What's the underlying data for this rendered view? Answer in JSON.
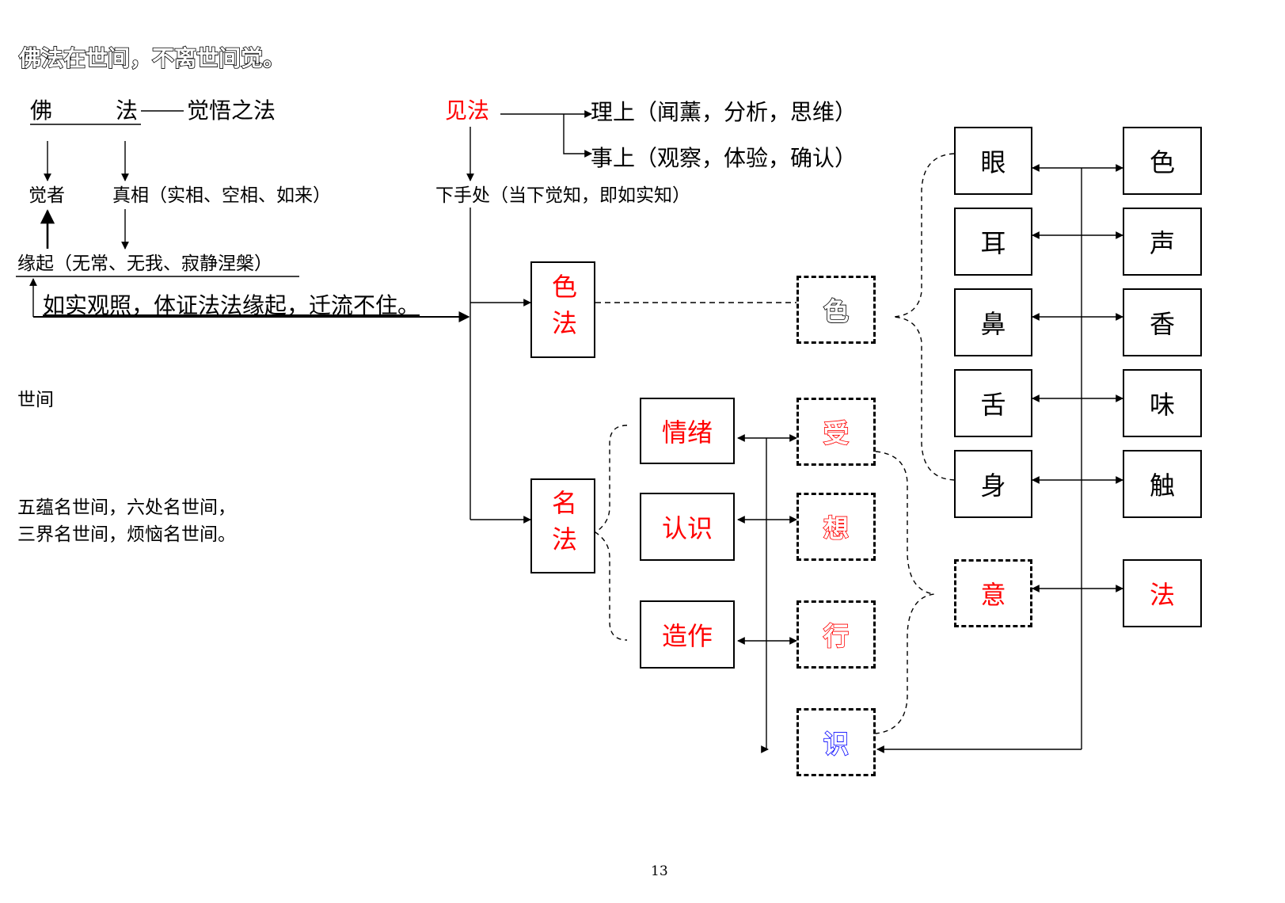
{
  "heading": "佛法在世间，不离世间觉。",
  "fofa": {
    "fo": "佛",
    "fa": "法",
    "desc": "觉悟之法",
    "juezhe": "觉者",
    "zhenxiang": "真相（实相、空相、如来）",
    "yuanqi": "缘起（无常、无我、寂静涅槃）",
    "guanzhao": "如实观照，体证法法缘起，迁流不住。"
  },
  "jianfa": {
    "title": "见法",
    "li": "理上（闻薰，分析，思维）",
    "shi": "事上（观察，体验，确认）",
    "xiashou": "下手处（当下觉知，即如实知）"
  },
  "shijian": {
    "title": "世间",
    "line1": "五蕴名世间，六处名世间，",
    "line2": "三界名世间，烦恼名世间。"
  },
  "boxes": {
    "sefa": "色法",
    "mingfa": "名法",
    "qingxu": "情绪",
    "renshi": "认识",
    "zaozuo": "造作",
    "se_aggregate": "色",
    "shou": "受",
    "xiang": "想",
    "xing": "行",
    "shi": "识",
    "yan": "眼",
    "er": "耳",
    "bi": "鼻",
    "she": "舌",
    "shen": "身",
    "yi": "意",
    "se_object": "色",
    "sheng": "声",
    "xiang_object": "香",
    "wei": "味",
    "chu": "触",
    "fa_object": "法"
  },
  "colors": {
    "accent": "#ff0000",
    "consciousness": "#0000ff"
  },
  "page_number": "13"
}
